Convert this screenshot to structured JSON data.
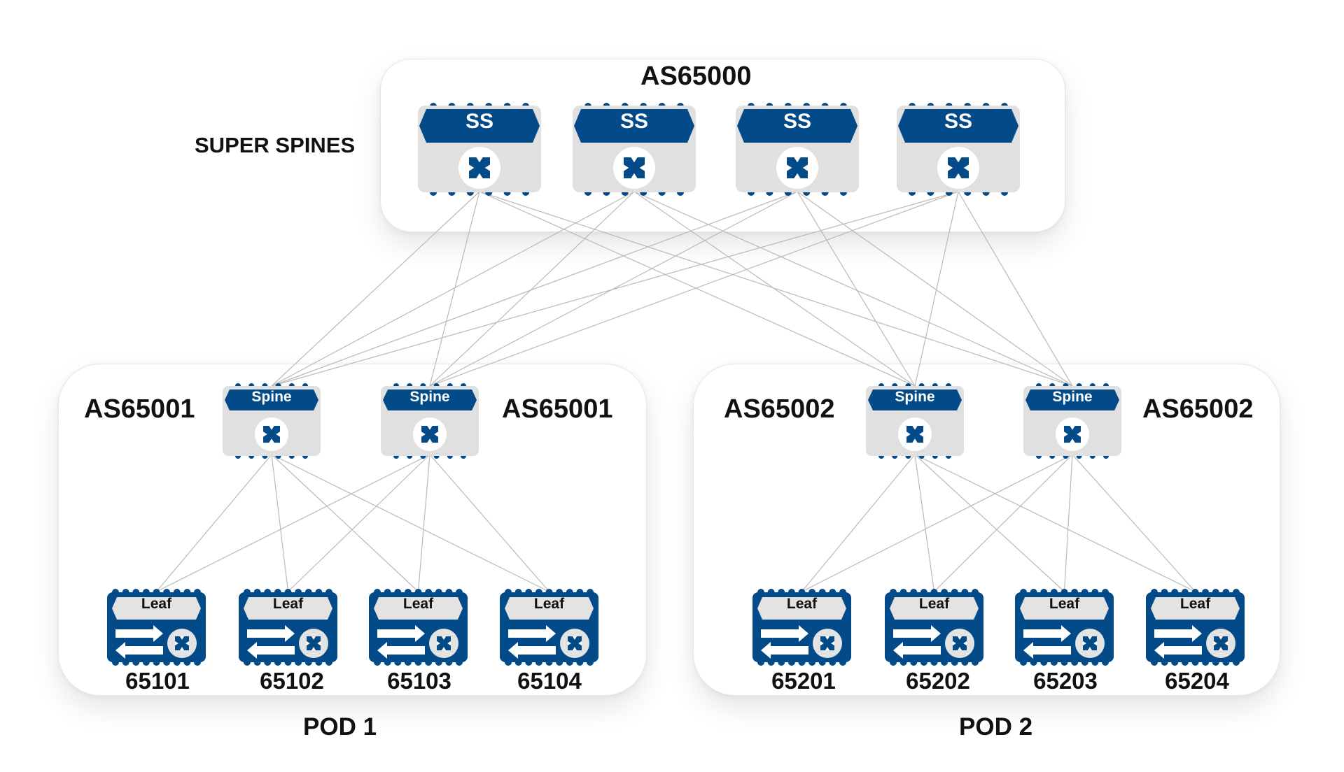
{
  "colors": {
    "brand_blue": "#034a88",
    "device_gray": "#e0e0e0",
    "leaf_tag_gray": "#e3e3e3",
    "link_gray": "#b9b9b9",
    "text_dark": "#111111"
  },
  "super_spine_zone": {
    "as_number": "AS65000",
    "title": "SUPER SPINES",
    "devices": [
      {
        "id": "ss1",
        "label": "SS",
        "icon": "router-icon"
      },
      {
        "id": "ss2",
        "label": "SS",
        "icon": "router-icon"
      },
      {
        "id": "ss3",
        "label": "SS",
        "icon": "router-icon"
      },
      {
        "id": "ss4",
        "label": "SS",
        "icon": "router-icon"
      }
    ]
  },
  "pods": [
    {
      "name": "POD 1",
      "as_left": "AS65001",
      "as_right": "AS65001",
      "spines": [
        {
          "id": "p1s1",
          "label": "Spine",
          "icon": "router-icon"
        },
        {
          "id": "p1s2",
          "label": "Spine",
          "icon": "router-icon"
        }
      ],
      "leaves": [
        {
          "id": "l65101",
          "label": "Leaf",
          "asn": "65101",
          "icon": "switch-icon"
        },
        {
          "id": "l65102",
          "label": "Leaf",
          "asn": "65102",
          "icon": "switch-icon"
        },
        {
          "id": "l65103",
          "label": "Leaf",
          "asn": "65103",
          "icon": "switch-icon"
        },
        {
          "id": "l65104",
          "label": "Leaf",
          "asn": "65104",
          "icon": "switch-icon"
        }
      ]
    },
    {
      "name": "POD 2",
      "as_left": "AS65002",
      "as_right": "AS65002",
      "spines": [
        {
          "id": "p2s1",
          "label": "Spine",
          "icon": "router-icon"
        },
        {
          "id": "p2s2",
          "label": "Spine",
          "icon": "router-icon"
        }
      ],
      "leaves": [
        {
          "id": "l65201",
          "label": "Leaf",
          "asn": "65201",
          "icon": "switch-icon"
        },
        {
          "id": "l65202",
          "label": "Leaf",
          "asn": "65202",
          "icon": "switch-icon"
        },
        {
          "id": "l65203",
          "label": "Leaf",
          "asn": "65203",
          "icon": "switch-icon"
        },
        {
          "id": "l65204",
          "label": "Leaf",
          "asn": "65204",
          "icon": "switch-icon"
        }
      ]
    }
  ],
  "links": [
    [
      "ss1",
      "p1s1"
    ],
    [
      "ss1",
      "p1s2"
    ],
    [
      "ss1",
      "p2s1"
    ],
    [
      "ss1",
      "p2s2"
    ],
    [
      "ss2",
      "p1s1"
    ],
    [
      "ss2",
      "p1s2"
    ],
    [
      "ss2",
      "p2s1"
    ],
    [
      "ss2",
      "p2s2"
    ],
    [
      "ss3",
      "p1s1"
    ],
    [
      "ss3",
      "p1s2"
    ],
    [
      "ss3",
      "p2s1"
    ],
    [
      "ss3",
      "p2s2"
    ],
    [
      "ss4",
      "p1s1"
    ],
    [
      "ss4",
      "p1s2"
    ],
    [
      "ss4",
      "p2s1"
    ],
    [
      "ss4",
      "p2s2"
    ],
    [
      "p1s1",
      "l65101"
    ],
    [
      "p1s1",
      "l65102"
    ],
    [
      "p1s1",
      "l65103"
    ],
    [
      "p1s1",
      "l65104"
    ],
    [
      "p1s2",
      "l65101"
    ],
    [
      "p1s2",
      "l65102"
    ],
    [
      "p1s2",
      "l65103"
    ],
    [
      "p1s2",
      "l65104"
    ],
    [
      "p2s1",
      "l65201"
    ],
    [
      "p2s1",
      "l65202"
    ],
    [
      "p2s1",
      "l65203"
    ],
    [
      "p2s1",
      "l65204"
    ],
    [
      "p2s2",
      "l65201"
    ],
    [
      "p2s2",
      "l65202"
    ],
    [
      "p2s2",
      "l65203"
    ],
    [
      "p2s2",
      "l65204"
    ]
  ]
}
